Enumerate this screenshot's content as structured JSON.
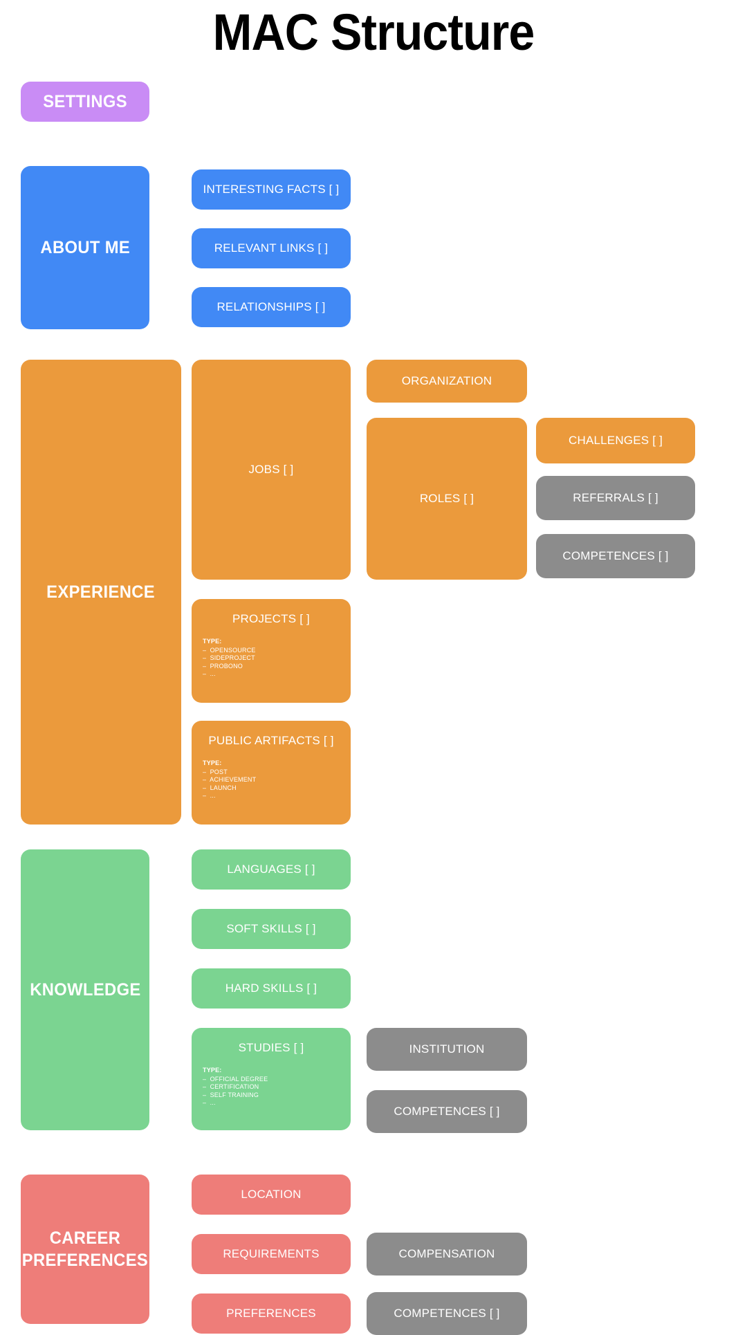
{
  "page": {
    "title": "MAC Structure",
    "background": "#ffffff"
  },
  "colors": {
    "settings": "#c98cf5",
    "about_me": "#4189f5",
    "experience": "#eb9a3c",
    "knowledge": "#7bd491",
    "career_preferences": "#ee7d79",
    "shared_entity": "#8c8c8c",
    "label_text": "#ffffff",
    "title_text": "#000000"
  },
  "sections": {
    "settings": {
      "label": "SETTINGS"
    },
    "about_me": {
      "label": "ABOUT ME",
      "children": [
        {
          "label": "INTERESTING FACTS [ ]"
        },
        {
          "label": "RELEVANT LINKS [ ]"
        },
        {
          "label": "RELATIONSHIPS [ ]"
        }
      ]
    },
    "experience": {
      "label": "EXPERIENCE",
      "jobs": {
        "label": "JOBS [ ]"
      },
      "organization": {
        "label": "ORGANIZATION"
      },
      "roles": {
        "label": "ROLES [ ]"
      },
      "challenges": {
        "label": "CHALLENGES [ ]"
      },
      "referrals": {
        "label": "REFERRALS [ ]"
      },
      "competences": {
        "label": "COMPETENCES [ ]"
      },
      "projects": {
        "label": "PROJECTS [ ]",
        "type_heading": "TYPE:",
        "type_items": [
          "–  OPENSOURCE",
          "–  SIDEPROJECT",
          "–  PROBONO",
          "–  ..."
        ]
      },
      "public_artifacts": {
        "label": "PUBLIC ARTIFACTS [ ]",
        "type_heading": "TYPE:",
        "type_items": [
          "–  POST",
          "–  ACHIEVEMENT",
          "–  LAUNCH",
          "–  ..."
        ]
      }
    },
    "knowledge": {
      "label": "KNOWLEDGE",
      "languages": {
        "label": "LANGUAGES [ ]"
      },
      "soft_skills": {
        "label": "SOFT SKILLS [ ]"
      },
      "hard_skills": {
        "label": "HARD SKILLS [ ]"
      },
      "studies": {
        "label": "STUDIES [ ]",
        "type_heading": "TYPE:",
        "type_items": [
          "–  OFFICIAL DEGREE",
          "–  CERTIFICATION",
          "–  SELF TRAINING",
          "–  ..."
        ]
      },
      "institution": {
        "label": "INSTITUTION"
      },
      "competences": {
        "label": "COMPETENCES [ ]"
      }
    },
    "career_preferences": {
      "label": "CAREER\nPREFERENCES",
      "label_line1": "CAREER",
      "label_line2": "PREFERENCES",
      "location": {
        "label": "LOCATION"
      },
      "requirements": {
        "label": "REQUIREMENTS"
      },
      "preferences": {
        "label": "PREFERENCES"
      },
      "compensation": {
        "label": "COMPENSATION"
      },
      "competences": {
        "label": "COMPETENCES [ ]"
      }
    }
  }
}
